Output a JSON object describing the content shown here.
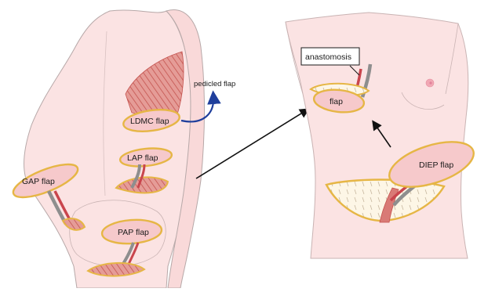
{
  "labels": {
    "pedicled": "pedicled flap",
    "ldmc": "LDMC flap",
    "lap": "LAP flap",
    "gap": "GAP flap",
    "pap": "PAP flap",
    "anastomosis": "anastomosis",
    "flap": "flap",
    "diep": "DIEP flap"
  },
  "colors": {
    "skin": "#fbe3e3",
    "skin_outline": "#b7a8a8",
    "flap_fill": "#f6c9cb",
    "flap_border": "#e6b645",
    "muscle": "#d97a76",
    "vessel_red": "#c9454d",
    "vessel_gray": "#8e8e8e",
    "arrow_blue": "#1f3f9c",
    "arrow_black": "#111111",
    "fat_yellow": "#f4e6b8"
  },
  "icons": {
    "pedicled_arrow": "curved-arrow-icon"
  }
}
